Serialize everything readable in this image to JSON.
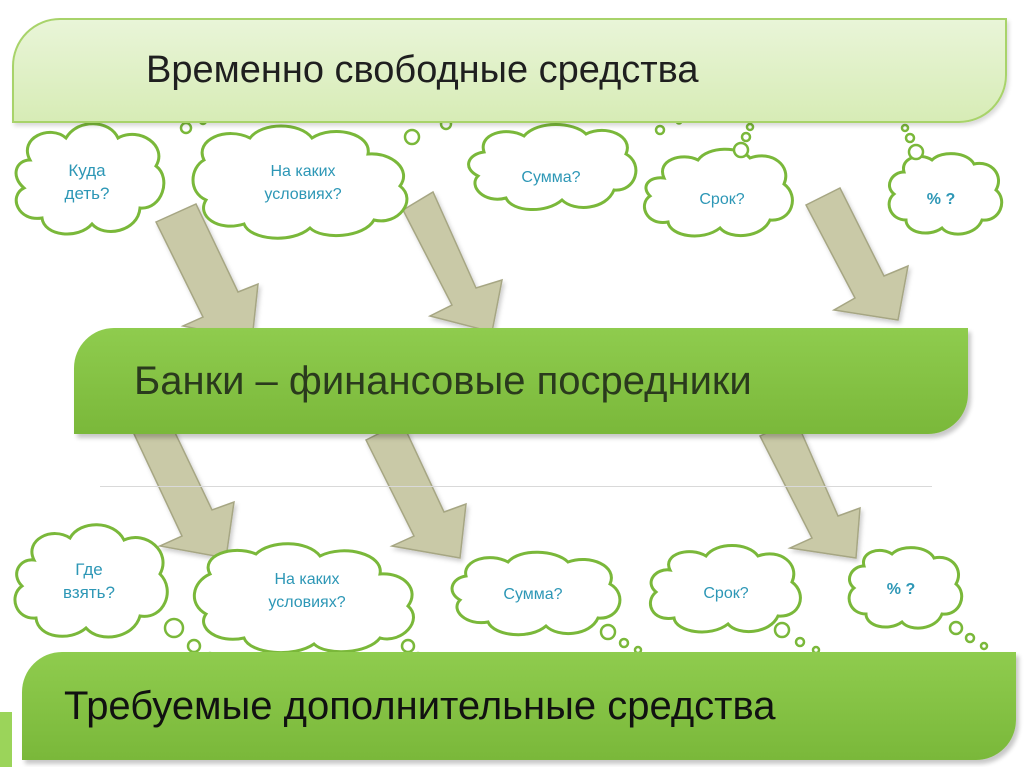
{
  "top_banner": "Временно свободные средства",
  "middle_banner": "Банки – финансовые посредники",
  "bottom_banner": "Требуемые дополнительные средства",
  "clouds_top": [
    {
      "text": "Куда\nдеть?"
    },
    {
      "text": "На каких\nусловиях?"
    },
    {
      "text": "Сумма?"
    },
    {
      "text": "Срок?"
    },
    {
      "text": "% ?"
    }
  ],
  "clouds_bottom": [
    {
      "text": "Где\nвзять?"
    },
    {
      "text": "На каких\nусловиях?"
    },
    {
      "text": "Сумма?"
    },
    {
      "text": "Срок?"
    },
    {
      "text": "% ?"
    }
  ],
  "colors": {
    "light_green": "#d7ecb6",
    "green": "#7ab83a",
    "arrow_fill": "#c9c9a7",
    "cloud_border": "#7ab83a",
    "cloud_text": "#2d97b6"
  }
}
